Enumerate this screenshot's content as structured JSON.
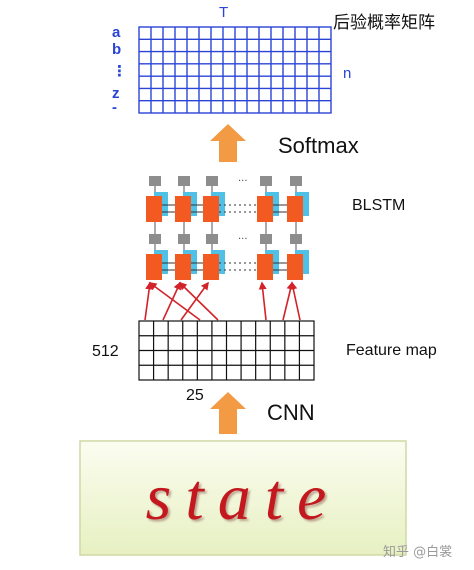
{
  "output_matrix": {
    "title": "后验概率矩阵",
    "time_label": "T",
    "frames_label": "n",
    "row_labels": [
      "a",
      "b",
      "⋮",
      "z",
      "-"
    ]
  },
  "softmax": {
    "label": "Softmax"
  },
  "blstm": {
    "label": "BLSTM"
  },
  "feature_map": {
    "label": "Feature map",
    "height_label": "512",
    "width_label": "25"
  },
  "cnn": {
    "label": "CNN"
  },
  "input_image": {
    "text": "state"
  },
  "watermark": {
    "text": "知乎 @白裳"
  },
  "colors": {
    "grid_blue": "#2a45d6",
    "arrow_orange": "#f39a45",
    "lstm_orange": "#f25a22",
    "lstm_cyan": "#4fc1e6",
    "lstm_gray": "#8d8d8d",
    "arrow_red": "#d2232a",
    "input_bg": "#f2f7d6"
  }
}
